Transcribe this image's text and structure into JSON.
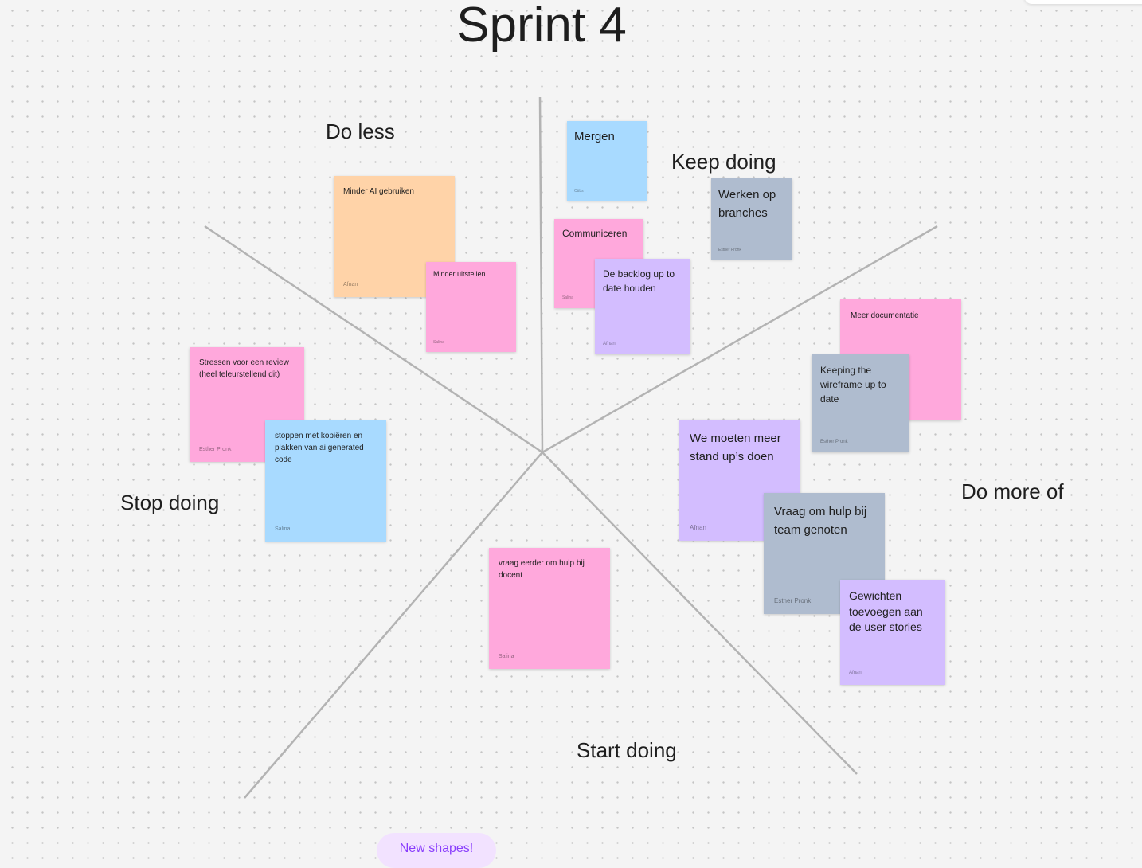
{
  "board": {
    "title": "Sprint 4",
    "sections": {
      "do_less": "Do less",
      "keep_doing": "Keep doing",
      "stop_doing": "Stop doing",
      "do_more_of": "Do more of",
      "start_doing": "Start doing"
    },
    "colors": {
      "background": "#f4f4f4",
      "line": "#b3b3b3",
      "pink": "#ffa8dc",
      "orange": "#ffd3a8",
      "blue": "#a8daff",
      "purple": "#d3bdff",
      "gray": "#afbccf"
    }
  },
  "notes": {
    "minder_ai": {
      "text": "Minder AI gebruiken",
      "author": "Afnan",
      "color": "orange"
    },
    "minder_uitstellen": {
      "text": "Minder uitstellen",
      "author": "Salina",
      "color": "pink"
    },
    "mergen": {
      "text": "Mergen",
      "author": "Otibs",
      "color": "blue"
    },
    "communiceren": {
      "text": "Communiceren",
      "author": "Salina",
      "color": "pink"
    },
    "backlog": {
      "text": "De backlog up to date houden",
      "author": "Afnan",
      "color": "purple"
    },
    "werken_branches": {
      "text": "Werken op branches",
      "author": "Esther Pronk",
      "color": "gray"
    },
    "meer_documentatie": {
      "text": "Meer documentatie",
      "author": "",
      "color": "pink"
    },
    "wireframe": {
      "text": "Keeping the wireframe up to date",
      "author": "Esther Pronk",
      "color": "gray"
    },
    "stand_ups": {
      "text": "We moeten meer stand up’s doen",
      "author": "Afnan",
      "color": "purple"
    },
    "hulp_teamgenoten": {
      "text": "Vraag om hulp bij team genoten",
      "author": "Esther Pronk",
      "color": "gray"
    },
    "gewichten": {
      "text": "Gewichten toevoegen aan de user stories",
      "author": "Afnan",
      "color": "purple"
    },
    "stressen": {
      "text": "Stressen voor een review (heel teleurstellend dit)",
      "author": "Esther Pronk",
      "color": "pink"
    },
    "kopieren": {
      "text": "stoppen met kopiëren en plakken van ai generated code",
      "author": "Salina",
      "color": "blue"
    },
    "hulp_docent": {
      "text": "vraag eerder om hulp bij docent",
      "author": "Salina",
      "color": "pink"
    }
  },
  "toolbar": {
    "new_shapes_label": "New shapes!"
  }
}
